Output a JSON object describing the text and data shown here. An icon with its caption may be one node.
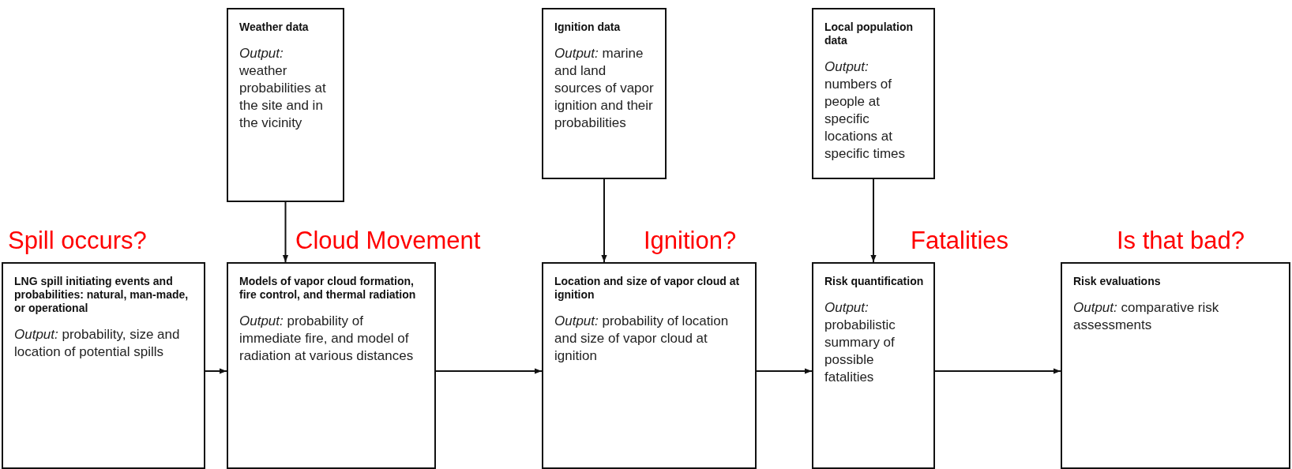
{
  "diagram": {
    "nodes": [
      {
        "text": [
          "Weather data",
          "*Output:* weather probabilities at the site and in the vicinity"
        ]
      },
      {
        "text": [
          "Ignition data",
          "*Output:* marine and land sources of vapor ignition and their probabilities"
        ]
      },
      {
        "text": [
          "Local population data",
          "*Output:* numbers of people at specific locations at specific times"
        ]
      },
      {
        "text": [
          "LNG spill initiating events and probabilities: natural, man-made, or operational",
          "*Output:* probability, size and location of potential spills"
        ]
      },
      {
        "text": [
          "Models of vapor cloud formation, fire control, and thermal radiation",
          "*Output:* probability of immediate fire, and model of radiation at various distances"
        ]
      },
      {
        "text": [
          "Location and size of vapor cloud at ignition",
          "*Output:* probability of location and size of vapor cloud at ignition"
        ]
      },
      {
        "text": [
          "Risk quantification",
          "*Output:* probabilistic summary of possible fatalities"
        ]
      },
      {
        "text": [
          "Risk evaluations",
          "*Output:* comparative risk assessments"
        ]
      }
    ],
    "edges": [
      {
        "from": 0,
        "to": 4,
        "arrow": "to"
      },
      {
        "from": 1,
        "to": 5,
        "arrow": "to"
      },
      {
        "from": 2,
        "to": 6,
        "arrow": "to"
      },
      {
        "from": 3,
        "to": 4,
        "arrow": "to"
      },
      {
        "from": 4,
        "to": 5,
        "arrow": "to"
      },
      {
        "from": 5,
        "to": 6,
        "arrow": "to"
      },
      {
        "from": 6,
        "to": 7,
        "arrow": "to"
      }
    ],
    "labels": [
      "Spill occurs?",
      "Cloud Movement",
      "Ignition?",
      "Fatalities",
      "Is that bad?"
    ]
  }
}
